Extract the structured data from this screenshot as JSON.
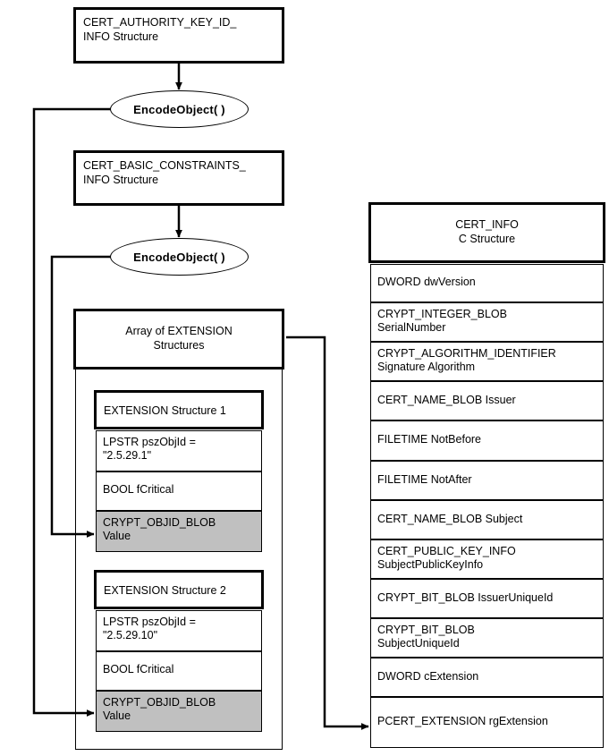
{
  "diagram": {
    "title": "CERT_INFO structure encoding flow",
    "colors": {
      "shaded_cell": "#c0c0c0",
      "line": "#000000",
      "background": "#ffffff"
    },
    "left_flow": {
      "box_authority_key_id": "CERT_AUTHORITY_KEY_ID_\nINFO Structure",
      "encode_object_1": "EncodeObject( )",
      "box_basic_constraints": "CERT_BASIC_CONSTRAINTS_\nINFO Structure",
      "encode_object_2": "EncodeObject( )",
      "box_array_of_extensions": "Array of EXTENSION\nStructures"
    },
    "extension_structures": [
      {
        "header": "EXTENSION Structure 1",
        "fields": [
          {
            "text": "LPSTR  pszObjId =\n\"2.5.29.1\"",
            "shaded": false
          },
          {
            "text": "BOOL  fCritical",
            "shaded": false
          },
          {
            "text": "CRYPT_OBJID_BLOB\nValue",
            "shaded": true
          }
        ]
      },
      {
        "header": "EXTENSION Structure 2",
        "fields": [
          {
            "text": "LPSTR  pszObjId =\n\"2.5.29.10\"",
            "shaded": false
          },
          {
            "text": "BOOL  fCritical",
            "shaded": false
          },
          {
            "text": "CRYPT_OBJID_BLOB\nValue",
            "shaded": true
          }
        ]
      }
    ],
    "cert_info": {
      "header": "CERT_INFO\nC Structure",
      "rows": [
        "DWORD dwVersion",
        "CRYPT_INTEGER_BLOB\nSerialNumber",
        "CRYPT_ALGORITHM_IDENTIFIER\nSignature Algorithm",
        "CERT_NAME_BLOB Issuer",
        "FILETIME NotBefore",
        "FILETIME NotAfter",
        "CERT_NAME_BLOB Subject",
        "CERT_PUBLIC_KEY_INFO\nSubjectPublicKeyInfo",
        "CRYPT_BIT_BLOB IssuerUniqueId",
        "CRYPT_BIT_BLOB\nSubjectUniqueId",
        "DWORD cExtension",
        "PCERT_EXTENSION rgExtension"
      ]
    },
    "connectors": [
      {
        "name": "authority-key-to-encode1",
        "from": "box_authority_key_id",
        "to": "encode_object_1",
        "arrow": true
      },
      {
        "name": "encode1-to-extension2-value",
        "from": "encode_object_1",
        "to": "extension_structure_2_value",
        "arrow": true
      },
      {
        "name": "basic-constraints-to-encode2",
        "from": "box_basic_constraints",
        "to": "encode_object_2",
        "arrow": true
      },
      {
        "name": "encode2-to-extension1-value",
        "from": "encode_object_2",
        "to": "extension_structure_1_value",
        "arrow": true
      },
      {
        "name": "array-to-rgextension",
        "from": "box_array_of_extensions",
        "to": "PCERT_EXTENSION rgExtension",
        "arrow": true
      }
    ]
  }
}
